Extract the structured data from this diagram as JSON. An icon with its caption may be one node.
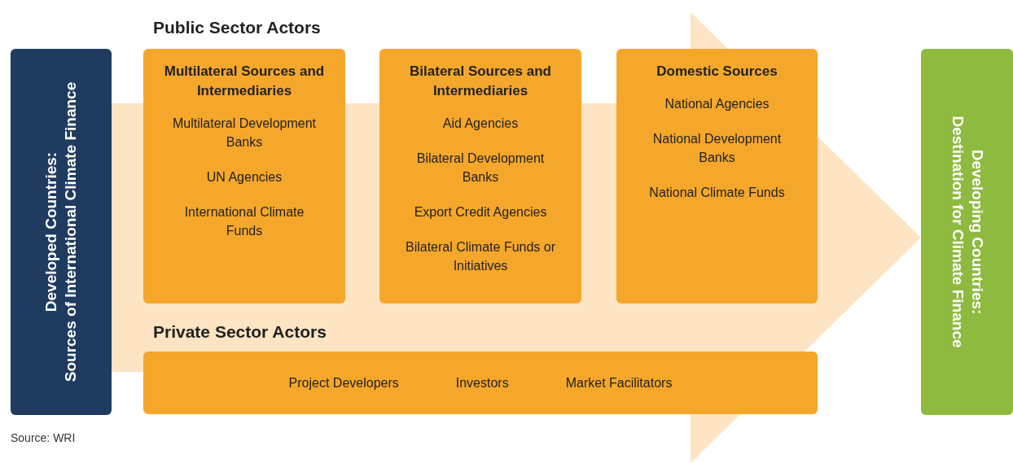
{
  "diagram": {
    "nodes": [
      {
        "text": [
          "Developed Countries:",
          "Sources of International Climate Finance"
        ]
      },
      {
        "text": [
          "Multilateral Sources and Intermediaries",
          "Multilateral Development Banks",
          "UN Agencies",
          "International Climate Funds"
        ]
      },
      {
        "text": [
          "Bilateral Sources and Intermediaries",
          "Aid Agencies",
          "Bilateral Development Banks",
          "Export Credit Agencies",
          "Bilateral Climate Funds or Initiatives"
        ]
      },
      {
        "text": [
          "Domestic Sources",
          "National Agencies",
          "National Development Banks",
          "National Climate Funds"
        ]
      },
      {
        "text": [
          "Project Developers",
          "Investors",
          "Market Facilitators"
        ]
      },
      {
        "text": [
          "Developing Countries:",
          "Destination for Climate Finance"
        ]
      }
    ],
    "edges": [
      {
        "from": 0,
        "to": 5,
        "arrow": "to",
        "style": "thick"
      }
    ],
    "labels": [
      "Public Sector Actors",
      "Private Sector Actors",
      "Source: WRI"
    ]
  }
}
